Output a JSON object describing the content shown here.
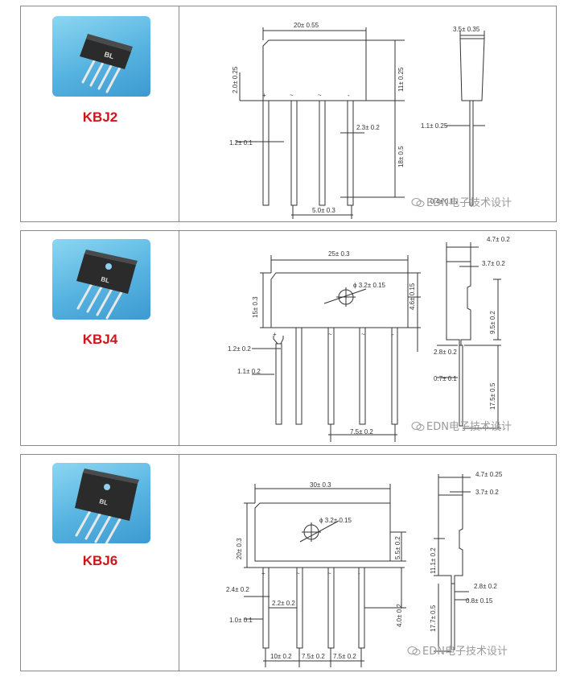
{
  "colors": {
    "model_label": "#d0141c",
    "line": "#333333",
    "photo_bg": "#56b3e0"
  },
  "packages": [
    {
      "model": "KBJ2",
      "chip_marking": "BL",
      "pins": [
        "+",
        "~",
        "~",
        "-"
      ],
      "dims": [
        "20± 0.55",
        "3.5± 0.35",
        "2.0± 0.25",
        "11± 0.25",
        "1.1± 0.25",
        "1.2± 0.1",
        "2.3± 0.2",
        "18± 0.5",
        "0.4± 0.15",
        "5.0± 0.3"
      ],
      "watermark": "EDN电子技术设计"
    },
    {
      "model": "KBJ4",
      "chip_marking": "BL",
      "pins": [
        "+",
        "~",
        "~",
        "-"
      ],
      "dims": [
        "25± 0.3",
        "4.7± 0.2",
        "3.7± 0.2",
        "ϕ 3.2± 0.15",
        "15± 0.3",
        "4.6± 0.15",
        "9.5± 0.2",
        "1.2± 0.2",
        "2.8± 0.2",
        "1.1± 0.2",
        "0.7± 0.1",
        "17.5± 0.5",
        "7.5± 0.2"
      ],
      "watermark": "EDN电子技术设计"
    },
    {
      "model": "KBJ6",
      "chip_marking": "BL",
      "pins": [
        "+",
        "~",
        "~",
        "-"
      ],
      "dims": [
        "30± 0.3",
        "4.7± 0.25",
        "3.7± 0.2",
        "ϕ 3.2± 0.15",
        "20± 0.3",
        "5.5± 0.2",
        "11.1± 0.2",
        "2.4± 0.2",
        "2.2± 0.2",
        "2.8± 0.2",
        "0.8± 0.15",
        "1.0± 0.1",
        "4.0± 0.2",
        "17.7± 0.5",
        "10± 0.2",
        "7.5± 0.2",
        "7.5± 0.2"
      ],
      "watermark": "EDN电子技术设计"
    }
  ]
}
